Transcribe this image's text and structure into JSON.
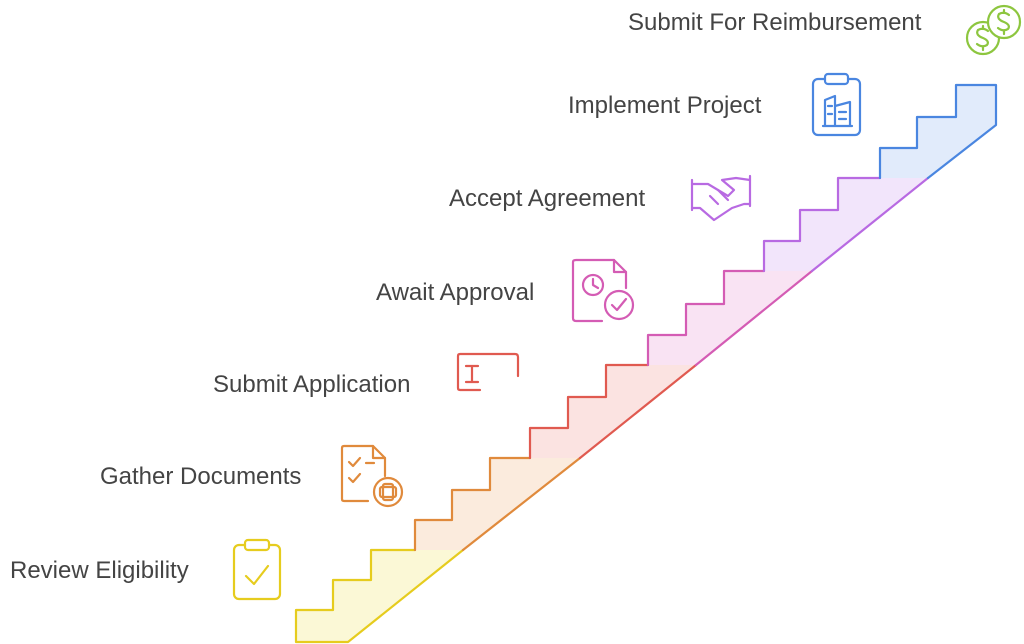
{
  "diagram": {
    "steps": [
      {
        "label": "Review Eligibility",
        "color": "#E6CC1E",
        "fill": "#FBF8D6",
        "icon": "clipboard-check-icon"
      },
      {
        "label": "Gather Documents",
        "color": "#E08A3C",
        "fill": "#FBEBDD",
        "icon": "document-add-icon"
      },
      {
        "label": "Submit Application",
        "color": "#E05A50",
        "fill": "#FBE3E1",
        "icon": "text-cursor-icon"
      },
      {
        "label": "Await Approval",
        "color": "#D45CB4",
        "fill": "#F9E3F3",
        "icon": "document-clock-icon"
      },
      {
        "label": "Accept Agreement",
        "color": "#B86AE2",
        "fill": "#F2E5FB",
        "icon": "handshake-icon"
      },
      {
        "label": "Implement Project",
        "color": "#4A86E0",
        "fill": "#E1EBFB",
        "icon": "clipboard-building-icon"
      },
      {
        "label": "Submit For Reimbursement",
        "color": "#8DC63F",
        "fill": "#EEF7E1",
        "icon": "coins-icon"
      }
    ]
  }
}
